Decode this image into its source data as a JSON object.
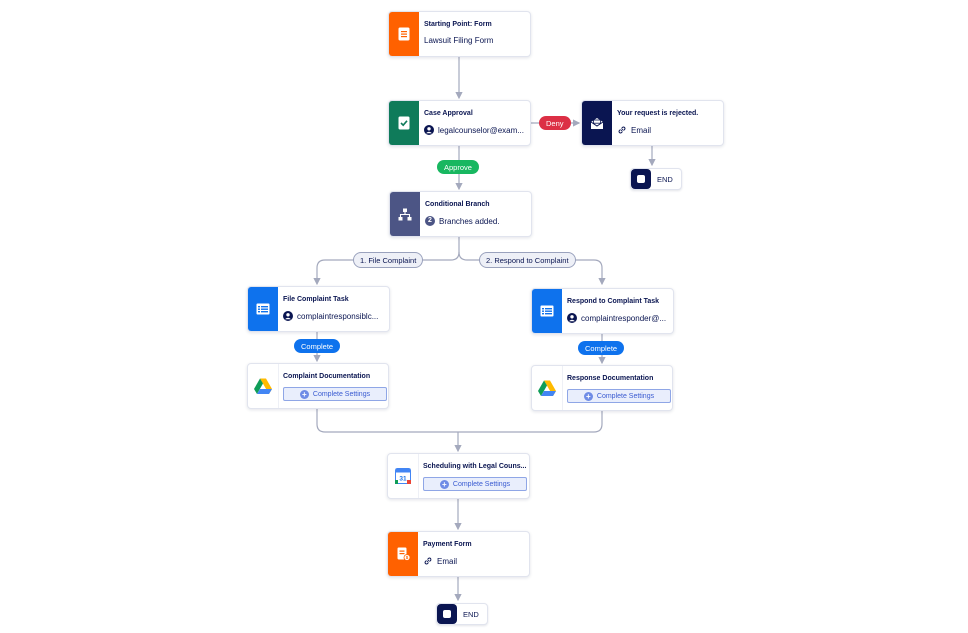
{
  "colors": {
    "form_orange": "#ff6100",
    "approval_green": "#0f7b5a",
    "email_navy": "#0a1551",
    "branch_slate": "#4c5585",
    "task_blue": "#0e72ed",
    "approve_green": "#18b760",
    "deny_red": "#dc2f45",
    "complete_blue": "#0e72ed",
    "connector": "#a4a9bd"
  },
  "nodes": {
    "start": {
      "title": "Starting Point: Form",
      "subtitle": "Lawsuit Filing Form",
      "icon": "form-icon"
    },
    "approval": {
      "title": "Case Approval",
      "subtitle": "legalcounselor@exam...",
      "icon": "approval-icon",
      "sub_icon": "user-icon"
    },
    "rejected": {
      "title": "Your request is rejected.",
      "subtitle": "Email",
      "icon": "email-envelope-icon",
      "sub_icon": "link-icon"
    },
    "branch": {
      "title": "Conditional Branch",
      "subtitle": "Branches added.",
      "badge": "2",
      "icon": "branch-icon"
    },
    "file_task": {
      "title": "File Complaint Task",
      "subtitle": "complaintresponsiblc...",
      "icon": "task-icon",
      "sub_icon": "user-icon"
    },
    "respond_task": {
      "title": "Respond to Complaint Task",
      "subtitle": "complaintresponder@...",
      "icon": "task-icon",
      "sub_icon": "user-icon"
    },
    "complaint_doc": {
      "title": "Complaint Documentation",
      "button": "Complete Settings",
      "icon": "google-drive-icon"
    },
    "response_doc": {
      "title": "Response Documentation",
      "button": "Complete Settings",
      "icon": "google-drive-icon"
    },
    "scheduling": {
      "title": "Scheduling with Legal Couns...",
      "button": "Complete Settings",
      "icon": "google-calendar-icon",
      "calendar_day": "31"
    },
    "payment": {
      "title": "Payment Form",
      "subtitle": "Email",
      "icon": "payment-form-icon",
      "sub_icon": "link-icon"
    }
  },
  "labels": {
    "approve": "Approve",
    "deny": "Deny",
    "branch_1": "1. File Complaint",
    "branch_2": "2. Respond to Complaint",
    "complete_left": "Complete",
    "complete_right": "Complete",
    "end_top": "END",
    "end_bottom": "END"
  }
}
